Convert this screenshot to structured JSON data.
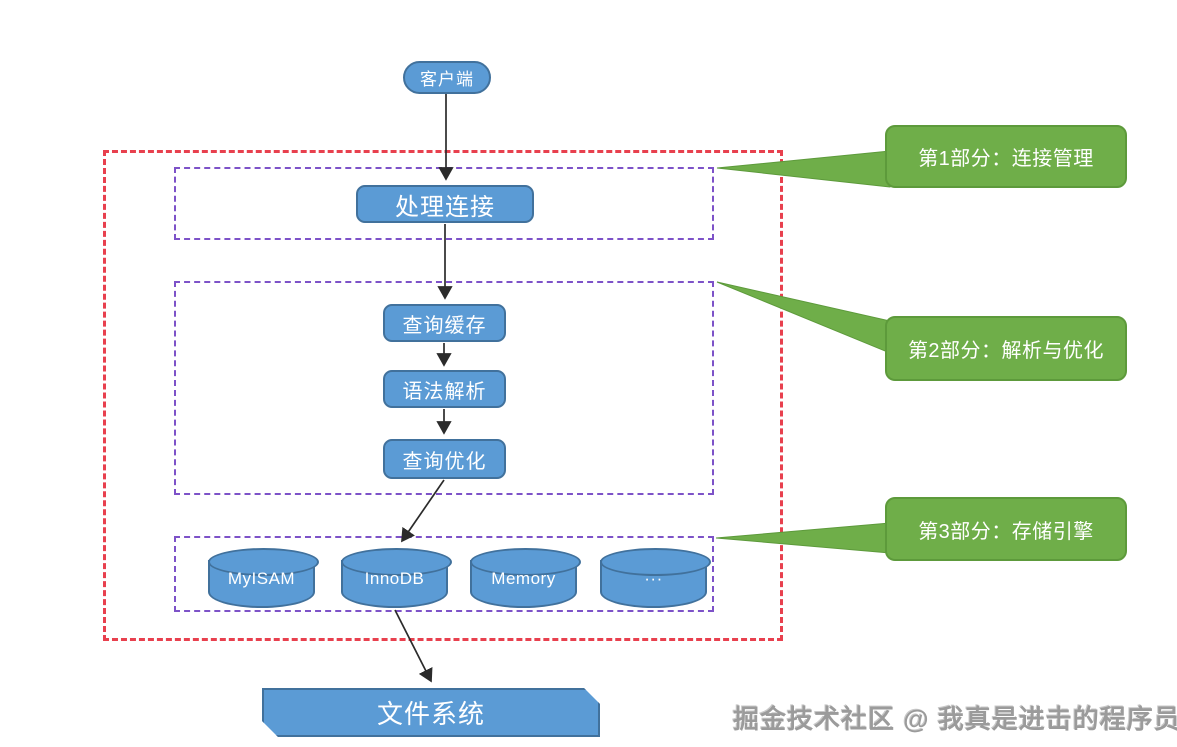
{
  "colors": {
    "node_blue": "#5b9bd5",
    "node_border": "#41719c",
    "callout_green": "#6fae49",
    "callout_green_border": "#5d9a3b",
    "region_red": "#e8404e",
    "region_purple": "#7d52c8",
    "arrow": "#2b2b2b",
    "watermark_gray": "#9b9b9b"
  },
  "diagram": {
    "client_label": "客户端",
    "layer1": {
      "handle_connection": "处理连接"
    },
    "layer2": {
      "query_cache": "查询缓存",
      "parser": "语法解析",
      "optimizer": "查询优化"
    },
    "engines": [
      "MyISAM",
      "InnoDB",
      "Memory",
      "···"
    ],
    "file_system_label": "文件系统",
    "callouts": [
      "第1部分：连接管理",
      "第2部分：解析与优化",
      "第3部分：存储引擎"
    ],
    "watermark": "掘金技术社区 @ 我真是进击的程序员"
  }
}
